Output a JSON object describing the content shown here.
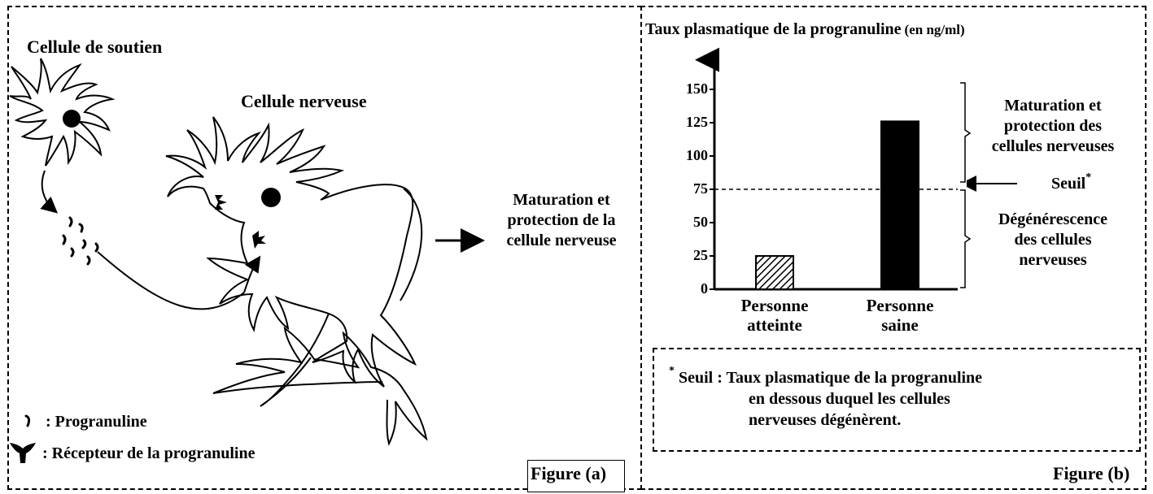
{
  "figure_a": {
    "support_cell_label": "Cellule de soutien",
    "nerve_cell_label": "Cellule nerveuse",
    "effect_label_lines": [
      "Maturation et",
      "protection de la",
      "cellule nerveuse"
    ],
    "legend_progranulin": ": Progranuline",
    "legend_receptor": ": Récepteur de la progranuline",
    "caption": "Figure (a)"
  },
  "figure_b": {
    "yaxis_title": "Taux plasmatique de la progranuline",
    "yaxis_unit": "(en ng/ml)",
    "bracket_upper_lines": [
      "Maturation et",
      "protection des",
      "cellules nerveuses"
    ],
    "threshold_label": "Seuil",
    "threshold_mark": "*",
    "bracket_lower_lines": [
      "Dégénérescence",
      "des cellules",
      "nerveuses"
    ],
    "footnote_mark": "*",
    "footnote_lines": [
      "Seuil : Taux plasmatique de la progranuline",
      "en dessous duquel   les cellules",
      "nerveuses dégénèrent."
    ],
    "caption": "Figure (b)"
  },
  "chart_data": {
    "type": "bar",
    "categories": [
      [
        "Personne",
        "atteinte"
      ],
      [
        "Personne",
        "saine"
      ]
    ],
    "values": [
      25,
      126
    ],
    "bar_fills": [
      "hatched",
      "#000000"
    ],
    "yticks": [
      0,
      25,
      50,
      75,
      100,
      125,
      150
    ],
    "ylim": [
      0,
      160
    ],
    "threshold": 75,
    "ylabel": "Taux plasmatique de la progranuline (en ng/ml)",
    "xlabel": "",
    "grid": false
  }
}
